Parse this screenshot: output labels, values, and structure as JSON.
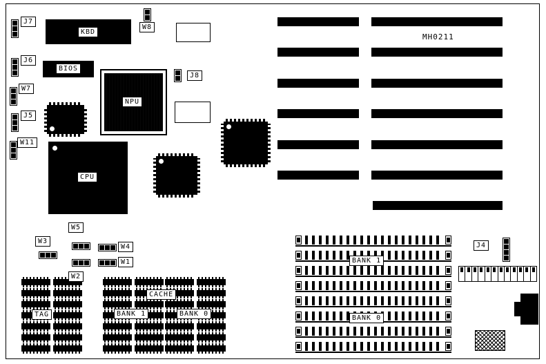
{
  "board_code": "MH0211",
  "labels": {
    "j7": "J7",
    "w8": "W8",
    "j6": "J6",
    "bios": "BIOS",
    "kbd": "KBD",
    "npu": "NPU",
    "j8": "J8",
    "w7": "W7",
    "j5": "J5",
    "w11": "W11",
    "cpu": "CPU",
    "w5": "W5",
    "w3": "W3",
    "w4": "W4",
    "w1": "W1",
    "w2": "W2",
    "tag": "TAG",
    "cache": "CACHE",
    "cache_bank1": "BANK 1",
    "cache_bank0": "BANK 0",
    "simm_bank1": "BANK 1",
    "simm_bank0": "BANK 0",
    "j4": "J4"
  }
}
